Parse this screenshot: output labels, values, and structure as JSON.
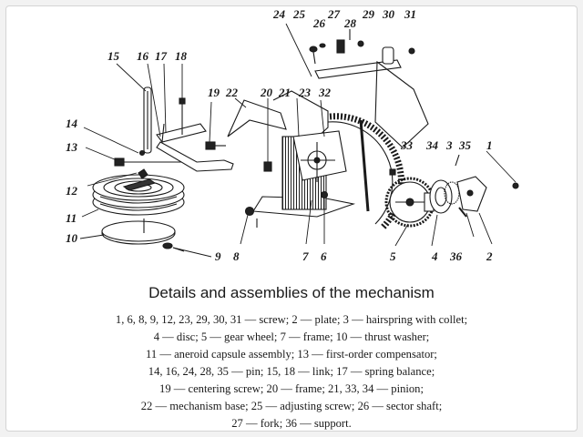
{
  "figure": {
    "title": "Details and assemblies of the mechanism",
    "legend_lines": [
      "1, 6, 8, 9, 12, 23, 29, 30, 31 — screw; 2 — plate; 3 — hairspring with collet;",
      "4 — disc; 5 — gear wheel; 7 — frame; 10 — thrust washer;",
      "11 — aneroid capsule assembly; 13 — first-order compensator;",
      "14, 16, 24, 28, 35 — pin; 15, 18 — link; 17 — spring balance;",
      "19 — centering screw; 20 — frame; 21, 33, 34 — pinion;",
      "22 — mechanism base; 25 — adjusting screw; 26 — sector shaft;",
      "27 — fork; 36 — support."
    ],
    "callouts": {
      "n1": "1",
      "n2": "2",
      "n3": "3",
      "n4": "4",
      "n5": "5",
      "n6": "6",
      "n7": "7",
      "n8": "8",
      "n9": "9",
      "n10": "10",
      "n11": "11",
      "n12": "12",
      "n13": "13",
      "n14": "14",
      "n15": "15",
      "n16": "16",
      "n17": "17",
      "n18": "18",
      "n19": "19",
      "n20": "20",
      "n21": "21",
      "n22": "22",
      "n23": "23",
      "n24": "24",
      "n25": "25",
      "n26": "26",
      "n27": "27",
      "n28": "28",
      "n29": "29",
      "n30": "30",
      "n31": "31",
      "n32": "32",
      "n33": "33",
      "n34": "34",
      "n35": "35",
      "n36": "36"
    }
  }
}
